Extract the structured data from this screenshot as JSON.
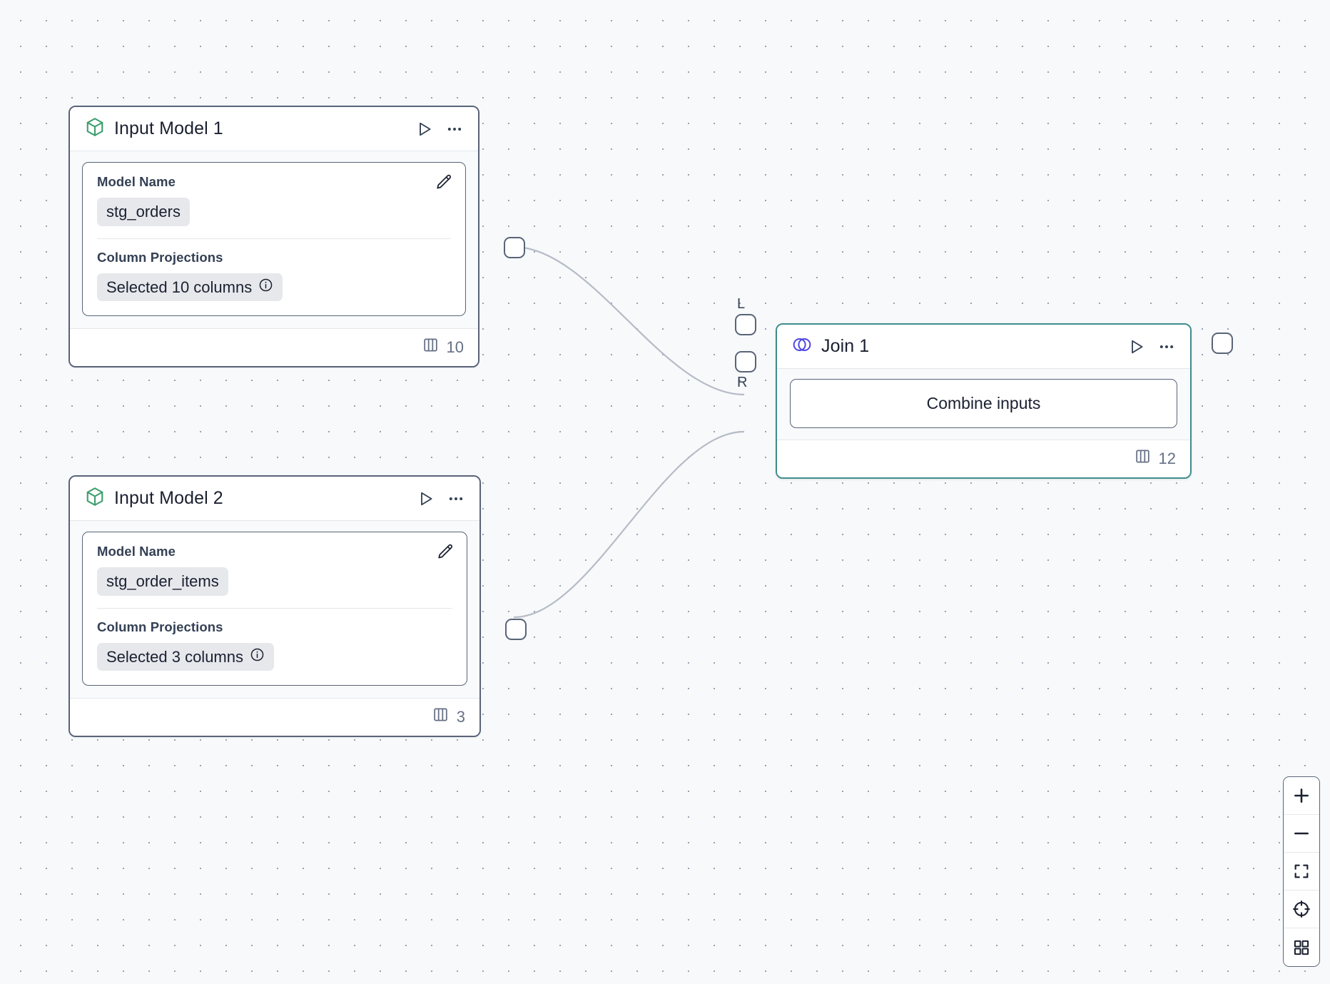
{
  "canvas": {
    "background_color": "#f7f9fb",
    "dot_color": "#98a2b3",
    "edge_color": "#b6bcc6"
  },
  "colors": {
    "node_border": "#5a6478",
    "selected_border": "#3f8d8d",
    "model_icon": "#3f9e6e",
    "join_icon": "#4f46e5",
    "chip_bg": "#e6e8ec",
    "text": "#1b2030"
  },
  "nodes": [
    {
      "id": "input-model-1",
      "title": "Input Model 1",
      "icon": "cube-icon",
      "run_label": "Run",
      "more_label": "More options",
      "fields": {
        "model_name_label": "Model Name",
        "model_name_value": "stg_orders",
        "column_projections_label": "Column Projections",
        "column_projections_value": "Selected 10 columns"
      },
      "footer": {
        "columns_icon": "columns-icon",
        "column_count": "10"
      }
    },
    {
      "id": "input-model-2",
      "title": "Input Model 2",
      "icon": "cube-icon",
      "run_label": "Run",
      "more_label": "More options",
      "fields": {
        "model_name_label": "Model Name",
        "model_name_value": "stg_order_items",
        "column_projections_label": "Column Projections",
        "column_projections_value": "Selected 3 columns"
      },
      "footer": {
        "columns_icon": "columns-icon",
        "column_count": "3"
      }
    },
    {
      "id": "join-1",
      "title": "Join 1",
      "icon": "venn-join-icon",
      "selected": true,
      "run_label": "Run",
      "more_label": "More options",
      "action_button_label": "Combine inputs",
      "ports": {
        "left_input_label": "L",
        "right_input_label": "R"
      },
      "footer": {
        "columns_icon": "columns-icon",
        "column_count": "12"
      }
    }
  ],
  "zoom_controls": {
    "zoom_in_label": "+",
    "zoom_out_label": "−",
    "fit_view_label": "Fit view",
    "lock_label": "Center",
    "minimap_label": "Toggle minimap"
  }
}
